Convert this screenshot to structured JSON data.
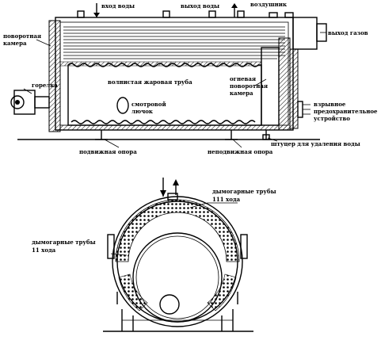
{
  "labels": {
    "water_in": "вход воды",
    "water_out": "выход воды",
    "air_vent": "воздушник",
    "gas_out": "выход газов",
    "turn_chamber_front_1": "поворотная",
    "turn_chamber_front_2": "камера",
    "burner": "горелка",
    "corrugated_tube": "волнистая жаровая труба",
    "sight_hole_1": "смотровой",
    "sight_hole_2": "лючок",
    "rear_turn_chamber_1": "огневая",
    "rear_turn_chamber_2": "поворотная",
    "rear_turn_chamber_3": "камера",
    "explosion_device_1": "взрывное",
    "explosion_device_2": "предохранительное",
    "explosion_device_3": "устройство",
    "drain_fitting": "штуцер для удаления воды",
    "movable_support": "подвижная опора",
    "fixed_support": "неподвижная опора",
    "smoke_tubes_third_1": "дымогарные трубы",
    "smoke_tubes_third_2": "111 хода",
    "smoke_tubes_second_1": "дымогарные трубы",
    "smoke_tubes_second_2": "11 хода"
  },
  "colors": {
    "ink": "#000000",
    "paper": "#ffffff"
  }
}
